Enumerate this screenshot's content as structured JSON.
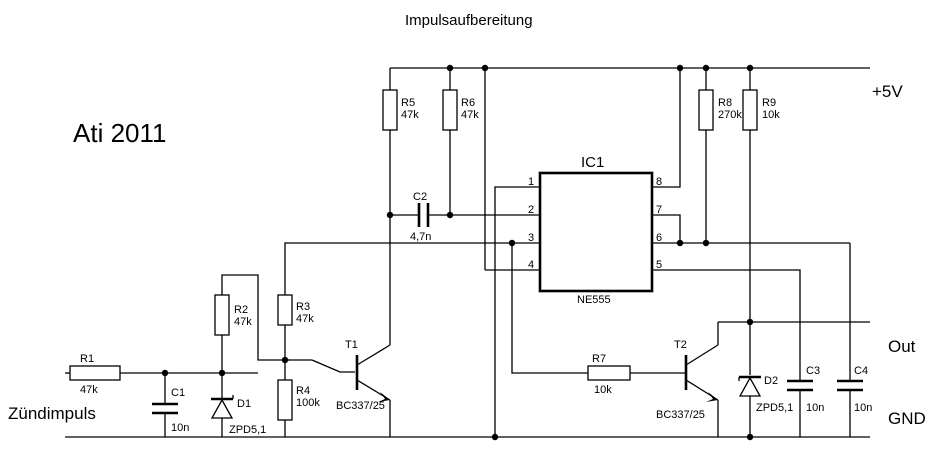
{
  "header": {
    "title": "Impulsaufbereitung",
    "author": "Ati 2011"
  },
  "nets": {
    "vcc": "+5V",
    "out": "Out",
    "gnd": "GND",
    "input": "Zündimpuls"
  },
  "ic": {
    "name": "IC1",
    "type": "NE555",
    "pins": [
      "1",
      "2",
      "3",
      "4",
      "5",
      "6",
      "7",
      "8"
    ]
  },
  "components": {
    "r1": {
      "ref": "R1",
      "value": "47k"
    },
    "r2": {
      "ref": "R2",
      "value": "47k"
    },
    "r3": {
      "ref": "R3",
      "value": "47k"
    },
    "r4": {
      "ref": "R4",
      "value": "100k"
    },
    "r5": {
      "ref": "R5",
      "value": "47k"
    },
    "r6": {
      "ref": "R6",
      "value": "47k"
    },
    "r7": {
      "ref": "R7",
      "value": "10k"
    },
    "r8": {
      "ref": "R8",
      "value": "270k"
    },
    "r9": {
      "ref": "R9",
      "value": "10k"
    },
    "c1": {
      "ref": "C1",
      "value": "10n"
    },
    "c2": {
      "ref": "C2",
      "value": "4,7n"
    },
    "c3": {
      "ref": "C3",
      "value": "10n"
    },
    "c4": {
      "ref": "C4",
      "value": "10n"
    },
    "d1": {
      "ref": "D1",
      "value": "ZPD5,1"
    },
    "d2": {
      "ref": "D2",
      "value": "ZPD5,1"
    },
    "t1": {
      "ref": "T1",
      "value": "BC337/25"
    },
    "t2": {
      "ref": "T2",
      "value": "BC337/25"
    }
  }
}
